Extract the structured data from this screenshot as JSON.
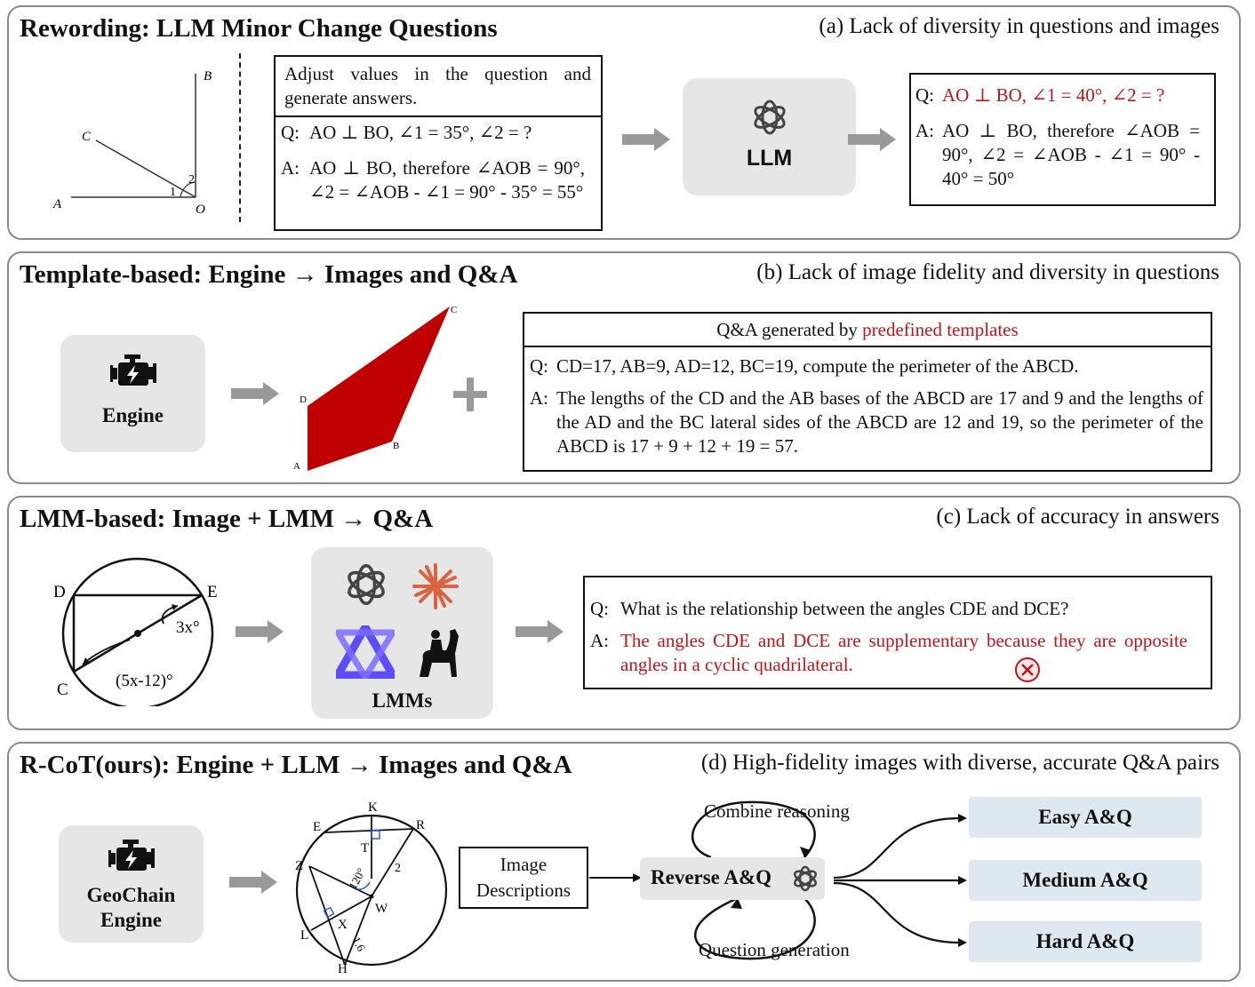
{
  "panels": {
    "a": {
      "title": "Rewording: LLM Minor Change Questions",
      "subtitle": "(a) Lack of diversity  in questions and images",
      "figure": {
        "B": "B",
        "C": "C",
        "A": "A",
        "O": "O",
        "n1": "1",
        "n2": "2"
      },
      "instruction": "Adjust values in the question and generate answers.",
      "q_label": "Q:",
      "q_text": "AO ⊥ BO, ∠1 = 35°, ∠2 = ?",
      "a_label": "A:",
      "a_text": "AO ⊥ BO, therefore ∠AOB = 90°, ∠2 = ∠AOB - ∠1 = 90° - 35° = 55°",
      "llm_label": "LLM",
      "out_q_label": "Q:",
      "out_q_text": "AO ⊥ BO, ∠1 = 40°, ∠2 = ?",
      "out_a_label": "A:",
      "out_a_text": "AO ⊥ BO, therefore ∠AOB = 90°, ∠2 = ∠AOB - ∠1 = 90° - 40° = 50°"
    },
    "b": {
      "title": "Template-based: Engine → Images and Q&A",
      "subtitle": "(b) Lack of image fidelity and diversity  in questions",
      "engine_label": "Engine",
      "figure": {
        "A": "A",
        "B": "B",
        "C": "C",
        "D": "D"
      },
      "header_prefix": "Q&A generated by ",
      "header_highlight": "predefined templates",
      "q_label": "Q:",
      "q_text": "CD=17, AB=9, AD=12, BC=19, compute the perimeter of the ABCD.",
      "a_label": "A:",
      "a_text": "The lengths of the CD and the AB bases of the ABCD are 17 and 9 and the lengths of the AD and the BC lateral sides of the ABCD are 12 and 19, so the perimeter of the ABCD is 17 + 9 + 12 + 19 = 57."
    },
    "c": {
      "title": "LMM-based: Image + LMM → Q&A",
      "subtitle": "(c) Lack of accuracy in answers",
      "figure": {
        "D": "D",
        "E": "E",
        "C": "C",
        "ang1": "3x°",
        "ang2": "(5x-12)°"
      },
      "lmms_label": "LMMs",
      "q_label": "Q:",
      "q_text": "What is the relationship between the angles CDE and DCE?",
      "a_label": "A:",
      "a_text": "The angles CDE and DCE are supplementary because they are opposite angles in a cyclic quadrilateral."
    },
    "d": {
      "title": "R-CoT(ours): Engine + LLM → Images and Q&A",
      "subtitle": "(d) High-fidelity  images with diverse, accurate Q&A pairs",
      "engine_line1": "GeoChain",
      "engine_line2": "Engine",
      "figure": {
        "K": "K",
        "E": "E",
        "R": "R",
        "T": "T",
        "Z": "Z",
        "W": "W",
        "L": "L",
        "X": "X",
        "H": "H",
        "ang": "120°",
        "len2": "2",
        "len16": "1.6"
      },
      "image_desc": "Image Descriptions",
      "combine": "Combine reasoning",
      "reverse": "Reverse A&Q",
      "qgen": "Question generation",
      "levels": [
        "Easy A&Q",
        "Medium A&Q",
        "Hard A&Q"
      ]
    }
  }
}
